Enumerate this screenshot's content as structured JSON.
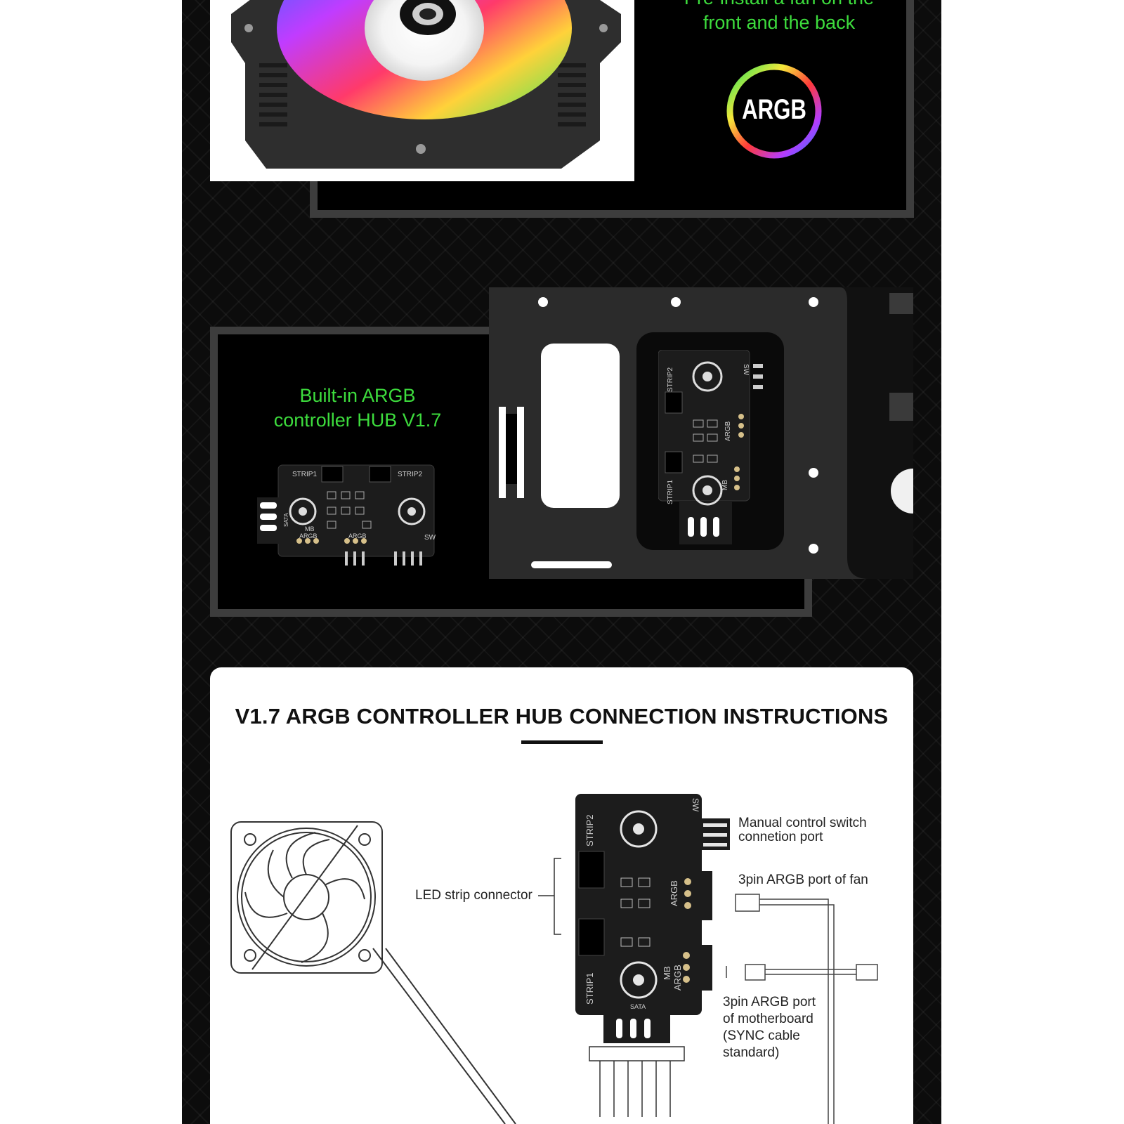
{
  "top_section": {
    "heading_line1": "Pre-install a fan on the",
    "heading_line2": "front and the back",
    "badge": "ARGB"
  },
  "middle_section": {
    "heading_line1": "Built-in ARGB",
    "heading_line2": "controller HUB V1.7",
    "pcb_labels": {
      "strip1": "STRIP1",
      "strip2": "STRIP2",
      "mb": "MB",
      "argb": "ARGB",
      "sw": "SW",
      "sata": "SATA"
    }
  },
  "instructions": {
    "title": "V1.7 ARGB CONTROLLER HUB CONNECTION INSTRUCTIONS",
    "callouts": {
      "led_strip": "LED strip connector",
      "manual_switch_line1": "Manual control switch",
      "manual_switch_line2": "connetion port",
      "fan_port": "3pin ARGB port of fan",
      "mb_port_line1": "3pin ARGB port",
      "mb_port_line2": "of motherboard",
      "mb_port_line3": "(SYNC cable",
      "mb_port_line4": "standard)"
    }
  },
  "colors": {
    "accent_green": "#3ddc3d",
    "poster_bg": "#0c0c0c",
    "frame_gray": "#3d3d3d"
  }
}
